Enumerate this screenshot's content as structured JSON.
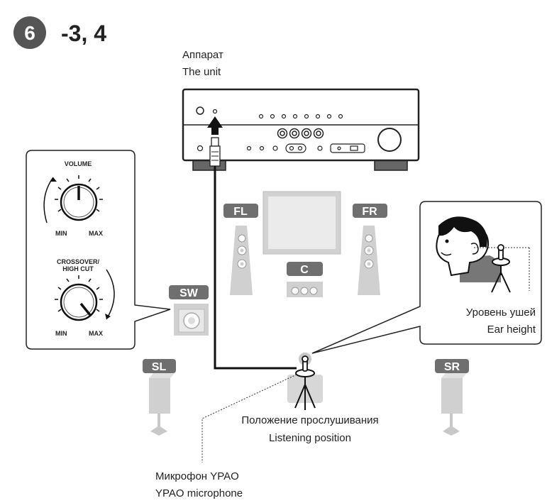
{
  "step": {
    "number": "6",
    "substeps": "-3, 4",
    "badge_color": "#555555"
  },
  "labels": {
    "unit_ru": "Аппарат",
    "unit_en": "The unit",
    "ear_ru": "Уровень ушей",
    "ear_en": "Ear height",
    "listening_ru": "Положение прослушивания",
    "listening_en": "Listening position",
    "mic_ru": "Микрофон YPAO",
    "mic_en": "YPAO microphone"
  },
  "speakers": {
    "fl": "FL",
    "fr": "FR",
    "c": "C",
    "sw": "SW",
    "sl": "SL",
    "sr": "SR",
    "tag_color": "#6f6f6f",
    "body_color": "#d0d0d0"
  },
  "subwoofer_panel": {
    "volume_label": "VOLUME",
    "volume_min": "MIN",
    "volume_max": "MAX",
    "crossover_label_1": "CROSSOVER/",
    "crossover_label_2": "HIGH CUT",
    "crossover_min": "MIN",
    "crossover_max": "MAX"
  },
  "icons": {
    "arrow": "up-arrow-icon",
    "microphone": "microphone-icon",
    "tripod": "tripod-icon",
    "head": "listener-head-icon"
  }
}
